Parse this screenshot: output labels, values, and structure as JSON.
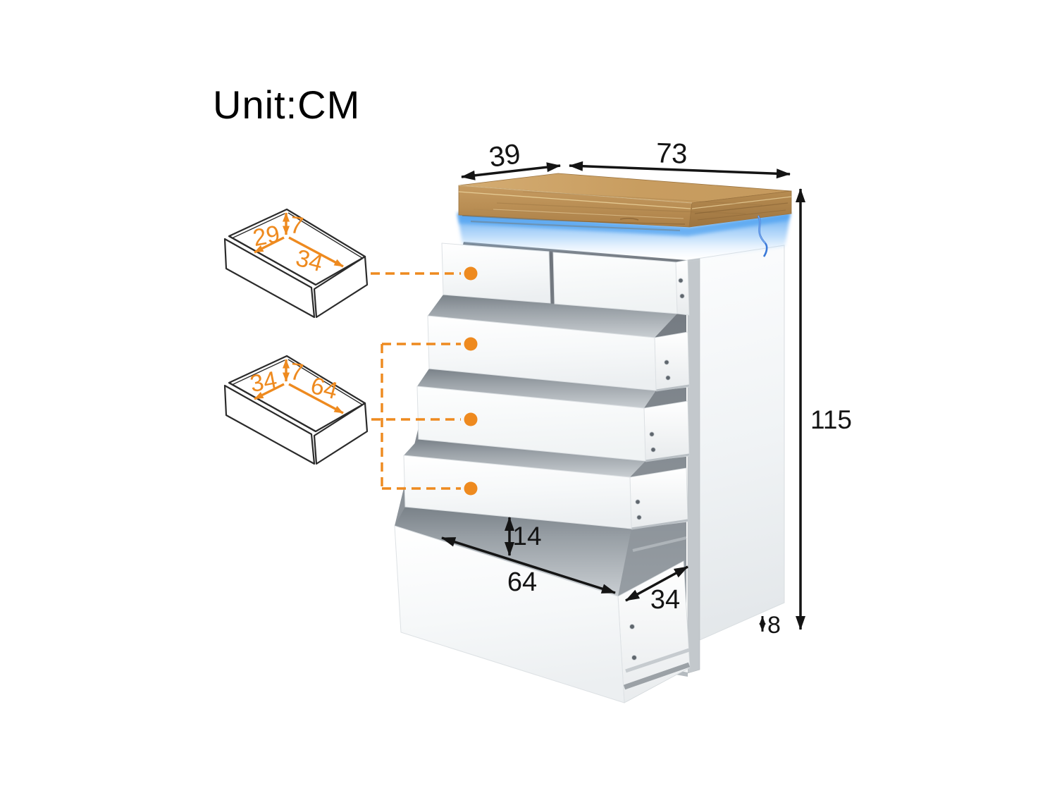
{
  "page": {
    "background": "#ffffff"
  },
  "title": {
    "unit_label": "Unit:CM"
  },
  "main_dimensions": {
    "top_depth": "39",
    "top_width": "73",
    "overall_height": "115",
    "drawer_opening_height": "14",
    "drawer_inner_width": "64",
    "drawer_inner_depth": "34",
    "base_clearance": "8"
  },
  "small_drawer_callout": {
    "left_dim": "29",
    "height_dim": "7",
    "right_dim": "34"
  },
  "large_drawer_callout": {
    "left_dim": "34",
    "height_dim": "7",
    "right_dim": "64"
  },
  "colors": {
    "dimension_line": "#141414",
    "callout_orange": "#EE8A1F",
    "led_glow_blue": "#55A5F1",
    "wood_top": "#C49A5F"
  }
}
